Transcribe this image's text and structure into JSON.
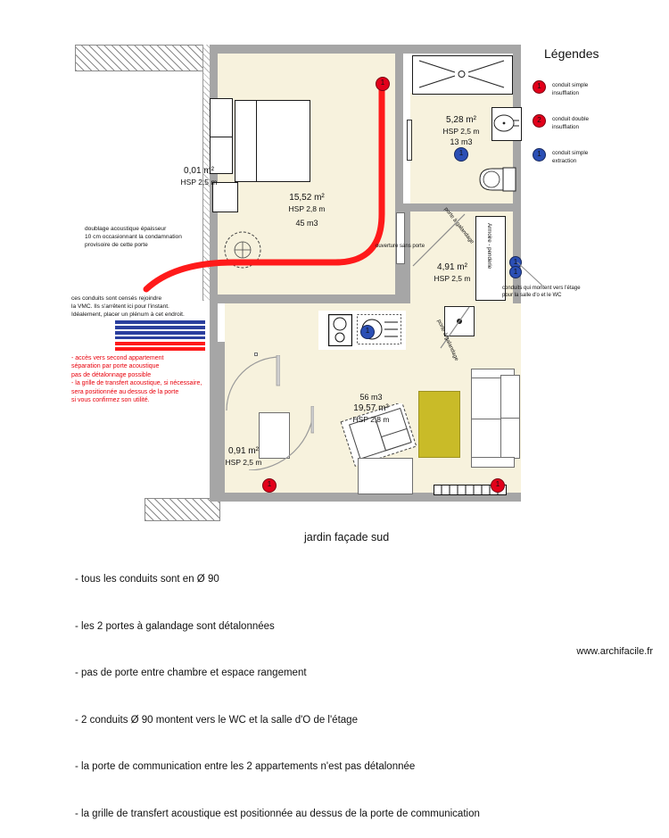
{
  "legend": {
    "title": "Légendes",
    "items": [
      {
        "marker": "1",
        "color": "#e2001a",
        "type": "red",
        "label": "conduit simple\ninsufflation"
      },
      {
        "marker": "2",
        "color": "#e2001a",
        "type": "red",
        "label": "conduit double\ninsufflation"
      },
      {
        "marker": "1",
        "color": "#2b4fb5",
        "type": "blue",
        "label": "conduit simple\nextraction"
      }
    ]
  },
  "rooms": [
    {
      "id": "placard-nord",
      "area": "0,01 m²",
      "hsp": "HSP 2,5 m",
      "volume": ""
    },
    {
      "id": "chambre",
      "area": "15,52 m²",
      "hsp": "HSP 2,8 m",
      "volume": "45 m3"
    },
    {
      "id": "salle-eau",
      "area": "5,28 m²",
      "hsp": "HSP 2,5 m",
      "volume": "13 m3"
    },
    {
      "id": "rangement",
      "area": "4,91 m²",
      "hsp": "HSP 2,5 m",
      "volume": ""
    },
    {
      "id": "degagement",
      "area": "0,91 m²",
      "hsp": "HSP 2,5 m",
      "volume": ""
    },
    {
      "id": "sejour",
      "area": "19,57 m²",
      "hsp": "HSP 2,8 m",
      "volume": "56 m3"
    }
  ],
  "annotations": {
    "doublage": "doublage acoustique épaisseur\n10 cm occasionnant la condamnation\nprovisoire de cette porte",
    "vmc": "ces conduits sont censés rejoindre\nla VMC. Ils s'arrêtent ici pour l'instant.\nIdéalement, placer un plénum à cet endroit.",
    "acces_rouge": "- accès vers second appartement\nséparation par porte acoustique\npas de détalonnage possible\n- la grille de transfert acoustique, si nécessaire,\nsera positionnée au dessus de la porte\nsi vous confirmez son utilité.",
    "ouverture_sans_porte": "ouverture sans porte",
    "porte_galandage_haut": "porte à galandage",
    "porte_galandage_bas": "porte à galandage",
    "armoire_penderie": "Armoire - penderie",
    "conduits_etage": "conduits qui montent vers l'étage\npour la salle d'o et le WC"
  },
  "markers": {
    "chambre_insufflation": "1",
    "sdb_extraction": "1",
    "cuisine_extraction": "1",
    "rangement_extraction_a": "1",
    "rangement_extraction_b": "1",
    "degagement_insufflation": "1",
    "sejour_insufflation": "1"
  },
  "bottom_notes": {
    "jardin": "jardin façade sud",
    "lines": [
      "- tous les conduits sont en Ø 90",
      "- les 2 portes à galandage sont détalonnées",
      "- pas de porte entre chambre et espace rangement",
      "- 2 conduits Ø 90 montent vers le WC et la salle d'O de l'étage",
      "- la porte de communication entre les 2 appartements n'est pas détalonnée",
      "- la grille de transfert acoustique est positionnée au dessus de la porte de communication"
    ]
  },
  "footer": {
    "url": "www.archifacile.fr"
  },
  "colors": {
    "floor": "#f7f2dd",
    "wall": "#a6a6a6",
    "duct_red": "#ff1a1a",
    "duct_blue": "#2b3f9e",
    "rug": "#c9bb28",
    "marker_red": "#e2001a",
    "marker_blue": "#2b4fb5"
  }
}
